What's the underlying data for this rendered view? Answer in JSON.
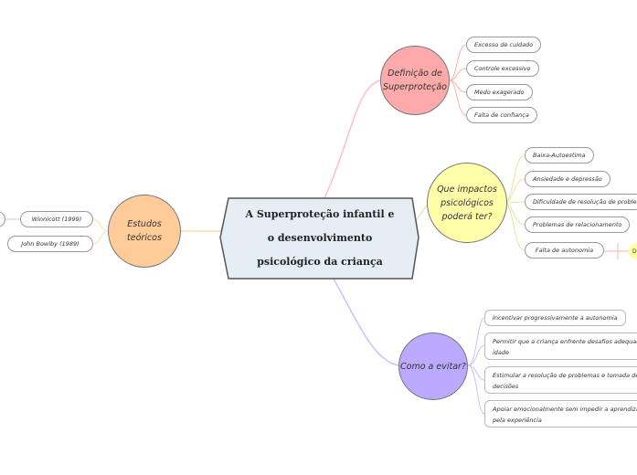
{
  "central": {
    "line1": "A Superproteção infantil e",
    "line2": "o desenvolvimento",
    "line3": "psicológico da criança"
  },
  "branches": {
    "definicao": {
      "label_line1": "Definição de",
      "label_line2": "Superproteção",
      "color": "#ffaaaa",
      "items": [
        "Excesso de cuidado",
        "Controle excessivo",
        "Medo exagerado",
        "Falta de confiança"
      ]
    },
    "impactos": {
      "label_line1": "Que impactos",
      "label_line2": "psicológicos",
      "label_line3": "poderá ter?",
      "color": "#ffffaa",
      "items": [
        "Baixa-Autoestima",
        "Ansiedade e depressão",
        "Dificuldade de resolução de problemas",
        "Problemas de relacionamento",
        "Falta de autonomia"
      ]
    },
    "evitar": {
      "label": "Como a evitar?",
      "color": "#bbaaff",
      "items": [
        {
          "line1": "Incentivar progressivamente a autonomia",
          "line2": ""
        },
        {
          "line1": "Permitir que a criança enfrente desafios adequados à",
          "line2": "idade"
        },
        {
          "line1": "Estimular a resolução de problemas e tomada de",
          "line2": "decisões"
        },
        {
          "line1": "Apoiar emocionalmente sem impedir a aprendizagem",
          "line2": "pela experiência"
        }
      ]
    },
    "estudos": {
      "label": "Estudos teóricos",
      "color": "#ffcc99",
      "items": [
        "Winnicott (1999)",
        "John Bowlby (1989)"
      ]
    }
  },
  "cut_badge": "D"
}
